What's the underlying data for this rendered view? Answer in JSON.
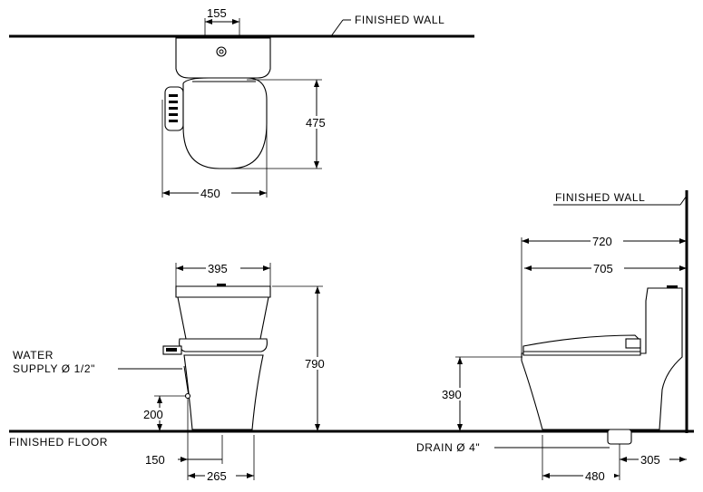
{
  "labels": {
    "finished_wall_top": "FINISHED  WALL",
    "finished_wall_side": "FINISHED  WALL",
    "finished_floor": "FINISHED  FLOOR",
    "water_supply_line1": "WATER",
    "water_supply_line2": "SUPPLY Ø 1/2\"",
    "drain": "DRAIN Ø 4\""
  },
  "dimensions": {
    "top_inlet_width": "155",
    "top_seat_depth": "475",
    "top_total_width": "450",
    "front_seat_width": "395",
    "front_total_height": "790",
    "front_supply_height": "200",
    "front_supply_offset": "150",
    "front_base_width": "265",
    "side_total_depth": "720",
    "side_tank_depth": "705",
    "side_seat_height": "390",
    "side_base_depth": "480",
    "side_drain_offset": "305"
  }
}
